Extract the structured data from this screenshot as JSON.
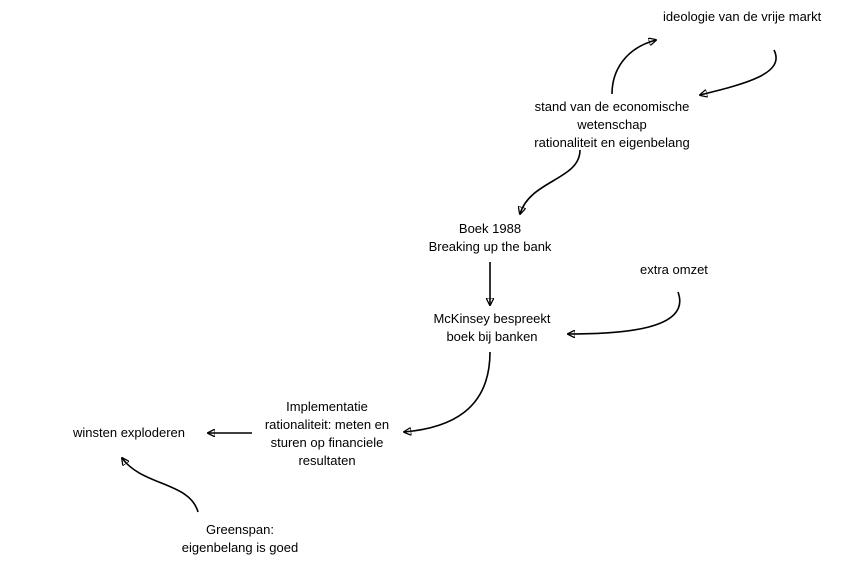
{
  "nodes": {
    "vrije_markt": {
      "lines": [
        "ideologie van de vrije markt"
      ]
    },
    "economische_wetenschap": {
      "lines": [
        "stand van de economische",
        "wetenschap",
        "rationaliteit en eigenbelang"
      ]
    },
    "boek_1988": {
      "lines": [
        "Boek 1988",
        "Breaking up the bank"
      ]
    },
    "extra_omzet": {
      "lines": [
        "extra omzet"
      ]
    },
    "mckinsey": {
      "lines": [
        "McKinsey bespreekt",
        "boek bij banken"
      ]
    },
    "implementatie": {
      "lines": [
        "Implementatie",
        "rationaliteit: meten en",
        "sturen op financiele",
        "resultaten"
      ]
    },
    "winsten": {
      "lines": [
        "winsten exploderen"
      ]
    },
    "greenspan": {
      "lines": [
        "Greenspan:",
        "eigenbelang is goed"
      ]
    }
  }
}
